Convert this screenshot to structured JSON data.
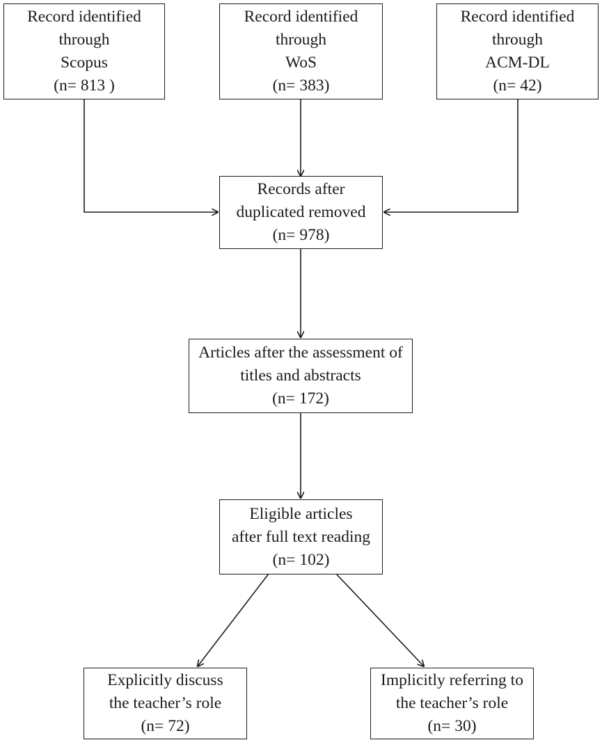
{
  "boxes": {
    "scopus": {
      "lines": [
        "Record identified",
        "through",
        "Scopus",
        "(n= 813 )"
      ],
      "n": 813
    },
    "wos": {
      "lines": [
        "Record identified",
        "through",
        "WoS",
        "(n= 383)"
      ],
      "n": 383
    },
    "acm": {
      "lines": [
        "Record identified",
        "through",
        "ACM-DL",
        "(n= 42)"
      ],
      "n": 42
    },
    "duplicates": {
      "lines": [
        "Records after",
        "duplicated removed",
        "(n= 978)"
      ],
      "n": 978
    },
    "screening": {
      "lines": [
        "Articles after the assessment of",
        "titles and abstracts",
        "(n= 172)"
      ],
      "n": 172
    },
    "eligible": {
      "lines": [
        "Eligible articles",
        "after full text reading",
        "(n= 102)"
      ],
      "n": 102
    },
    "explicit": {
      "lines": [
        "Explicitly discuss",
        "the teacher’s role",
        "(n= 72)"
      ],
      "n": 72
    },
    "implicit": {
      "lines": [
        "Implicitly referring to",
        "the teacher’s role",
        "(n= 30)"
      ],
      "n": 30
    }
  },
  "connections": [
    {
      "from": "scopus",
      "to": "duplicates"
    },
    {
      "from": "wos",
      "to": "duplicates"
    },
    {
      "from": "acm",
      "to": "duplicates"
    },
    {
      "from": "duplicates",
      "to": "screening"
    },
    {
      "from": "screening",
      "to": "eligible"
    },
    {
      "from": "eligible",
      "to": "explicit"
    },
    {
      "from": "eligible",
      "to": "implicit"
    }
  ],
  "colors": {
    "stroke": "#1a1a1a",
    "background": "#ffffff"
  }
}
